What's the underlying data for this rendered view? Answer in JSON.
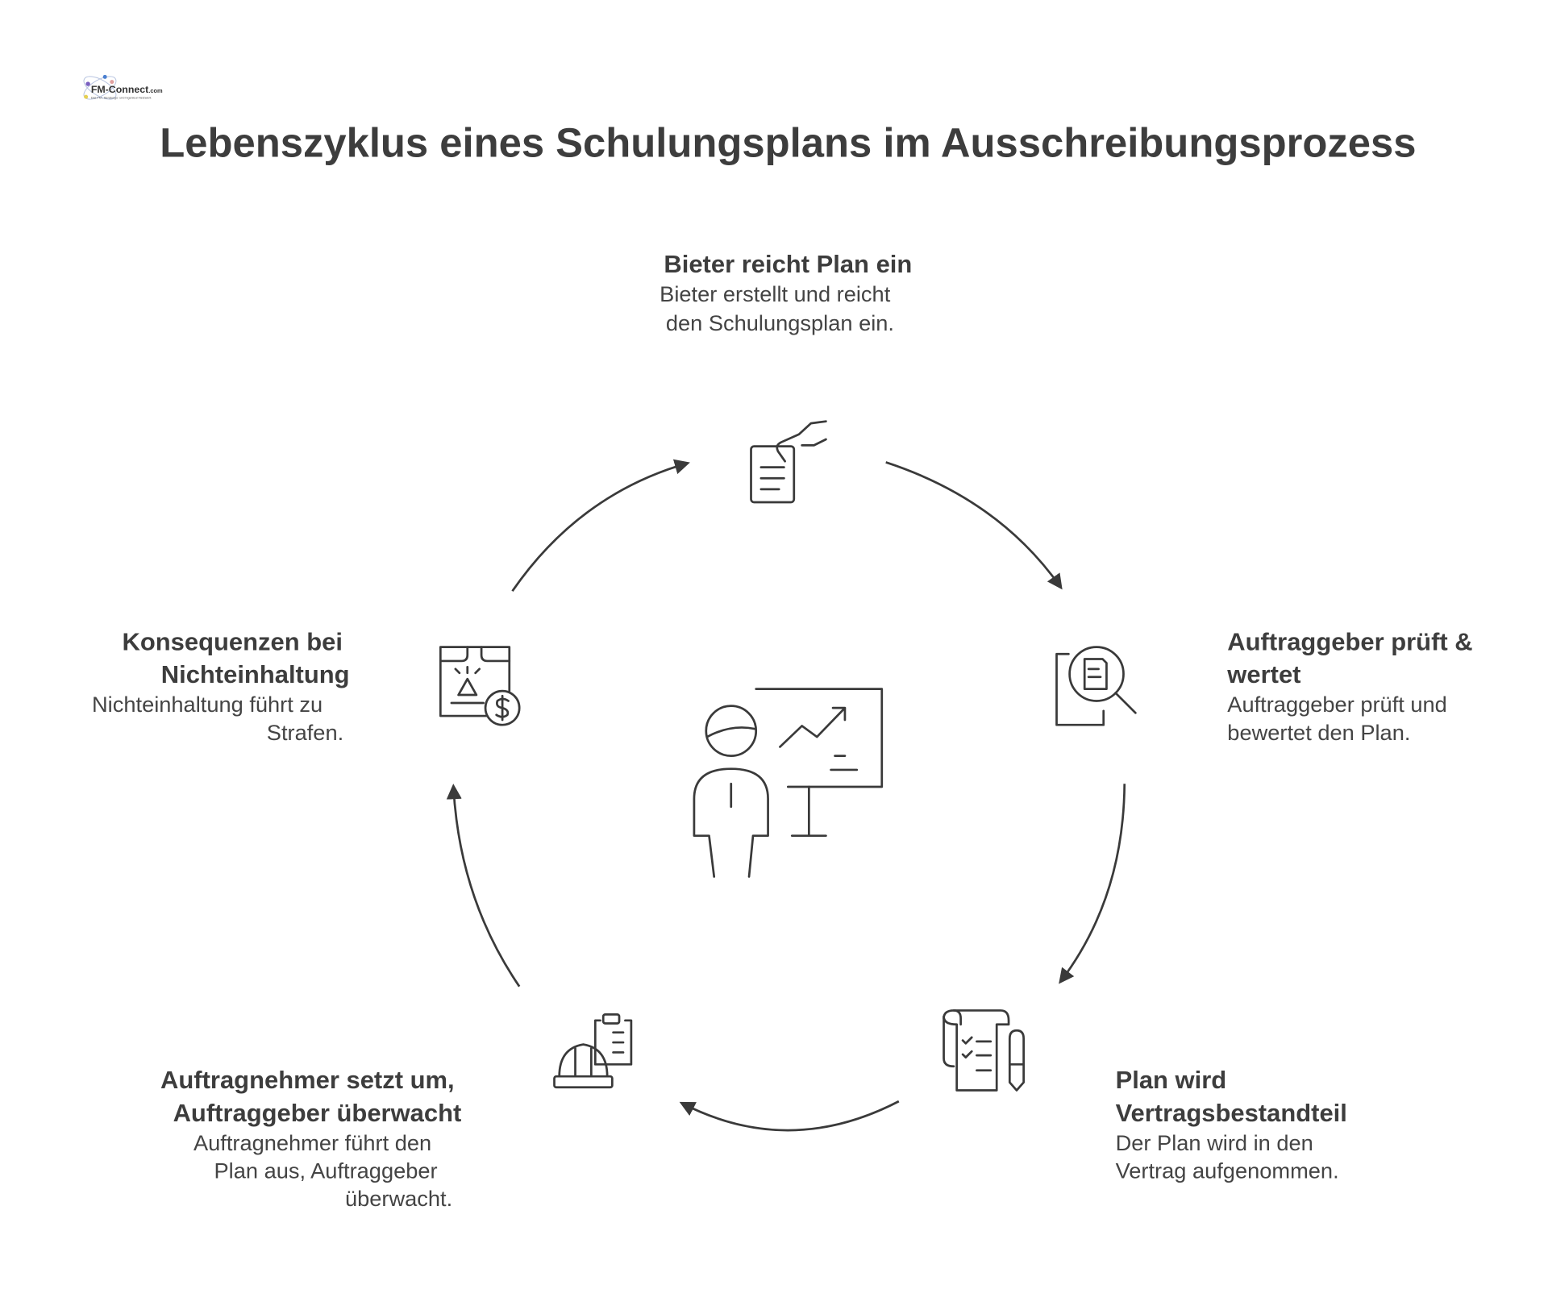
{
  "logo": {
    "text": "FM-Connect.com",
    "tagline": "Das FM-, Beratungs- und Ingenieur-Netzwerk"
  },
  "title": "Lebenszyklus eines Schulungsplans im Ausschreibungsprozess",
  "center_icon": "presenter-with-chart-icon",
  "steps": [
    {
      "icon": "hand-submitting-document-icon",
      "title": [
        "Bieter reicht Plan ein"
      ],
      "desc": [
        "Bieter erstellt und reicht",
        "den Schulungsplan ein."
      ]
    },
    {
      "icon": "document-magnifier-icon",
      "title": [
        "Auftraggeber prüft &",
        "wertet"
      ],
      "desc": [
        "Auftraggeber prüft und",
        "bewertet den Plan."
      ]
    },
    {
      "icon": "contract-checklist-pen-icon",
      "title": [
        "Plan wird",
        "Vertragsbestandteil"
      ],
      "desc": [
        "Der Plan wird in den",
        "Vertrag aufgenommen."
      ]
    },
    {
      "icon": "hardhat-clipboard-icon",
      "title": [
        "Auftragnehmer setzt um,",
        "Auftraggeber überwacht"
      ],
      "desc": [
        "Auftragnehmer führt den",
        "Plan aus, Auftraggeber",
        "überwacht."
      ]
    },
    {
      "icon": "warning-document-dollar-icon",
      "title": [
        "Konsequenzen bei",
        "Nichteinhaltung"
      ],
      "desc": [
        "Nichteinhaltung führt zu",
        "Strafen."
      ]
    }
  ],
  "colors": {
    "text": "#3d3d3d",
    "stroke": "#3a3a3a"
  }
}
